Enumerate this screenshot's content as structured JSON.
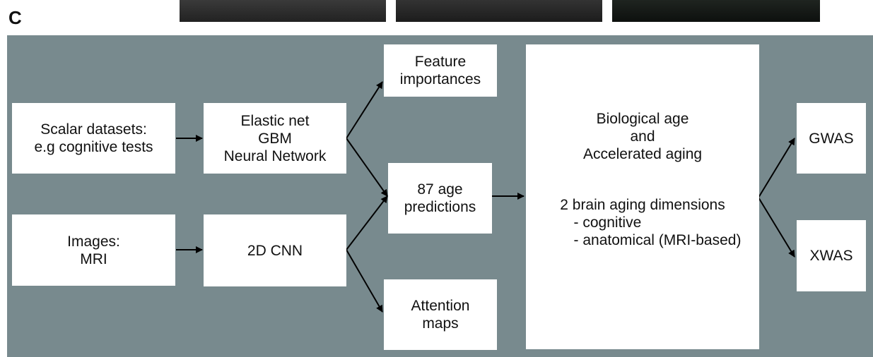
{
  "panel_label": "C",
  "inputs": {
    "scalar": [
      "Scalar datasets:",
      "e.g cognitive tests"
    ],
    "images": [
      "Images:",
      "MRI"
    ]
  },
  "models": {
    "scalar_models": [
      "Elastic net",
      "GBM",
      "Neural Network"
    ],
    "image_model": "2D CNN"
  },
  "outputs": {
    "feature_importances": [
      "Feature",
      "importances"
    ],
    "age_predictions": [
      "87 age",
      "predictions"
    ],
    "attention_maps": [
      "Attention",
      "maps"
    ]
  },
  "aging_box": {
    "line1": "Biological age",
    "line2": "and",
    "line3": "Accelerated aging",
    "dims_title": "2 brain aging dimensions",
    "dim1": "- cognitive",
    "dim2": "- anatomical (MRI-based)"
  },
  "analyses": {
    "gwas": "GWAS",
    "xwas": "XWAS"
  },
  "colors": {
    "background_panel": "#788a8e",
    "box_fill": "#ffffff",
    "arrow": "#000000"
  }
}
